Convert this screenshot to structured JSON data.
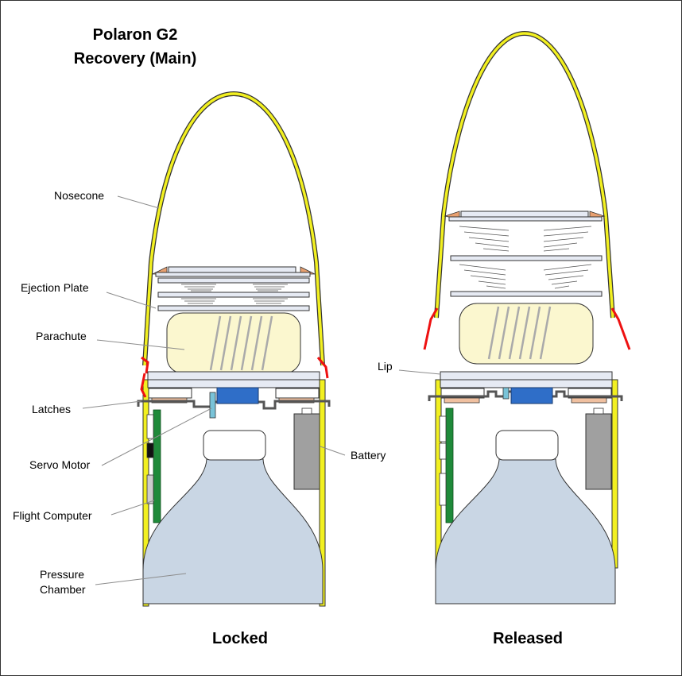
{
  "title": {
    "line1": "Polaron G2",
    "line2": "Recovery  (Main)"
  },
  "labels": {
    "nosecone": "Nosecone",
    "ejection_plate": "Ejection Plate",
    "parachute": "Parachute",
    "latches": "Latches",
    "servo_motor": "Servo Motor",
    "flight_computer": "Flight Computer",
    "pressure_chamber_1": "Pressure",
    "pressure_chamber_2": "Chamber",
    "battery": "Battery",
    "lip": "Lip"
  },
  "captions": {
    "locked": "Locked",
    "released": "Released"
  },
  "colors": {
    "shell": "#f2f020",
    "parachute": "#fbf7cf",
    "pressure_chamber": "#c9d6e4",
    "servo": "#2f6ec8",
    "latch": "#f0c0a0",
    "battery": "#a0a0a0",
    "pcb": "#1f8a3a",
    "release_lip": "#ee1111",
    "shoulder": "#e8a070"
  }
}
